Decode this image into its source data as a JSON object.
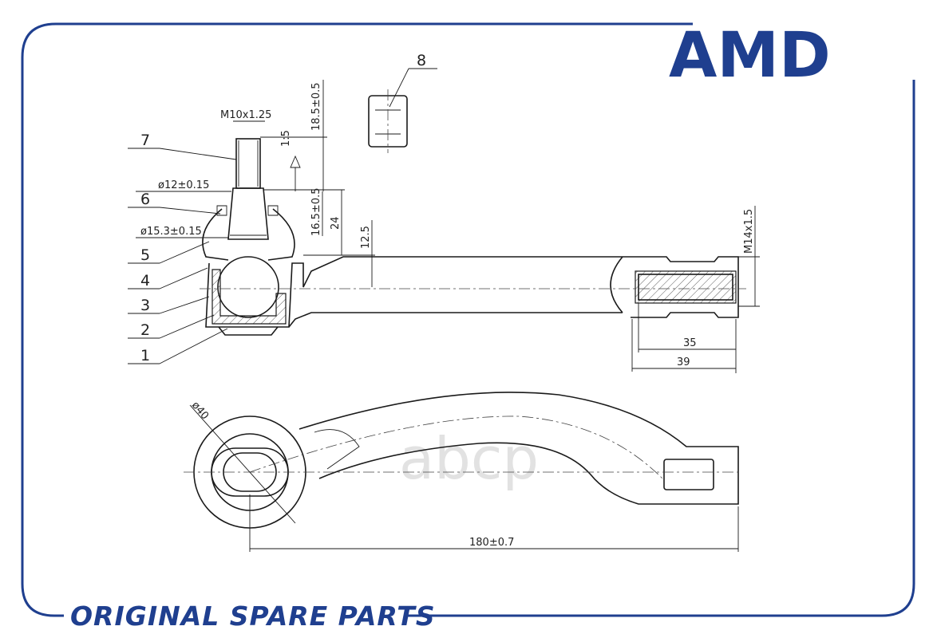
{
  "brand": {
    "logo_text": "AMD",
    "footer_text": "ORIGINAL SPARE PARTS",
    "color": "#1f3f8f"
  },
  "watermark": "abcp",
  "callouts": [
    "1",
    "2",
    "3",
    "4",
    "5",
    "6",
    "7",
    "8"
  ],
  "dimensions": {
    "thread_stud": "M10x1.25",
    "dia_12": "ø12±0.15",
    "dia_15": "ø15.3±0.15",
    "len_18": "18.5±0.5",
    "taper": "1:5",
    "len_16": "16.5±0.5",
    "len_24": "24",
    "len_12": "12.5",
    "thread_tube": "M14x1.5",
    "len_35": "35",
    "len_39": "39",
    "dia_40": "ø40",
    "total_length": "180±0.7"
  }
}
